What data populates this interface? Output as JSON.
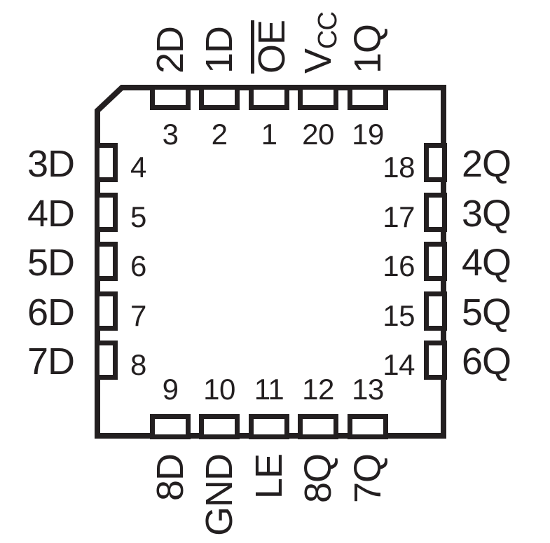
{
  "diagram": {
    "colors": {
      "line": "#231f20",
      "background": "#ffffff"
    },
    "pins": {
      "top": [
        {
          "num": "3",
          "label": "2D"
        },
        {
          "num": "2",
          "label": "1D"
        },
        {
          "num": "1",
          "label": "OE",
          "overline": true
        },
        {
          "num": "20",
          "label": "V",
          "sub": "CC"
        },
        {
          "num": "19",
          "label": "1Q"
        }
      ],
      "left": [
        {
          "num": "4",
          "label": "3D"
        },
        {
          "num": "5",
          "label": "4D"
        },
        {
          "num": "6",
          "label": "5D"
        },
        {
          "num": "7",
          "label": "6D"
        },
        {
          "num": "8",
          "label": "7D"
        }
      ],
      "right": [
        {
          "num": "18",
          "label": "2Q"
        },
        {
          "num": "17",
          "label": "3Q"
        },
        {
          "num": "16",
          "label": "4Q"
        },
        {
          "num": "15",
          "label": "5Q"
        },
        {
          "num": "14",
          "label": "6Q"
        }
      ],
      "bottom": [
        {
          "num": "9",
          "label": "8D"
        },
        {
          "num": "10",
          "label": "GND"
        },
        {
          "num": "11",
          "label": "LE"
        },
        {
          "num": "12",
          "label": "8Q"
        },
        {
          "num": "13",
          "label": "7Q"
        }
      ]
    }
  }
}
